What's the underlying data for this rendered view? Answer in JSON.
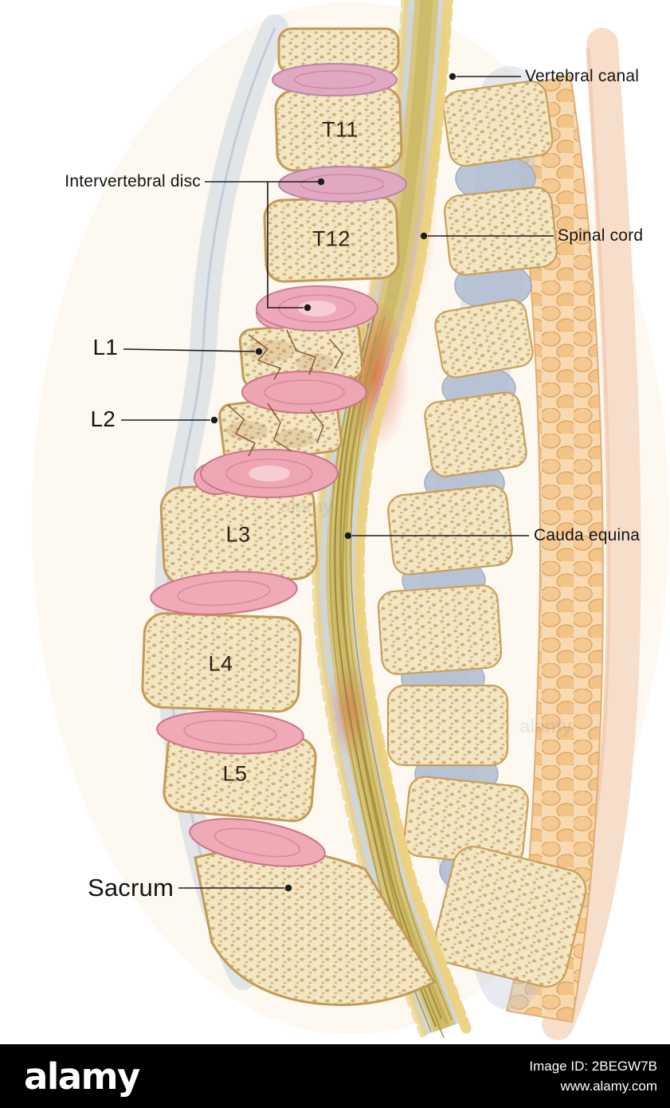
{
  "figure": {
    "description": "Sagittal section medical illustration of the lower spine with compression fractures of L1 and L2",
    "inline_labels": {
      "t11": "T11",
      "t12": "T12",
      "l3": "L3",
      "l4": "L4",
      "l5": "L5"
    },
    "callouts": {
      "vertebral_canal": "Vertebral canal",
      "intervertebral_disc": "Intervertebral disc",
      "spinal_cord": "Spinal cord",
      "l1": "L1",
      "l2": "L2",
      "cauda_equina": "Cauda equina",
      "sacrum": "Sacrum"
    }
  },
  "footer": {
    "brand": "alamy",
    "image_id": "Image ID: 2BEGW7B",
    "website": "www.alamy.com"
  },
  "colors": {
    "bone_fill": "#f3e6c3",
    "bone_outline": "#c49a55",
    "disc_pink": "#f0a8b4",
    "disc_mauve": "#dfa9c2",
    "cord_yellow": "#d8c67e",
    "ligament_blue": "#b3c0d4",
    "fat_orange": "#f5c98f",
    "inflammation_red": "#e05548",
    "footer_bg": "#000000",
    "label_text": "#141414"
  }
}
